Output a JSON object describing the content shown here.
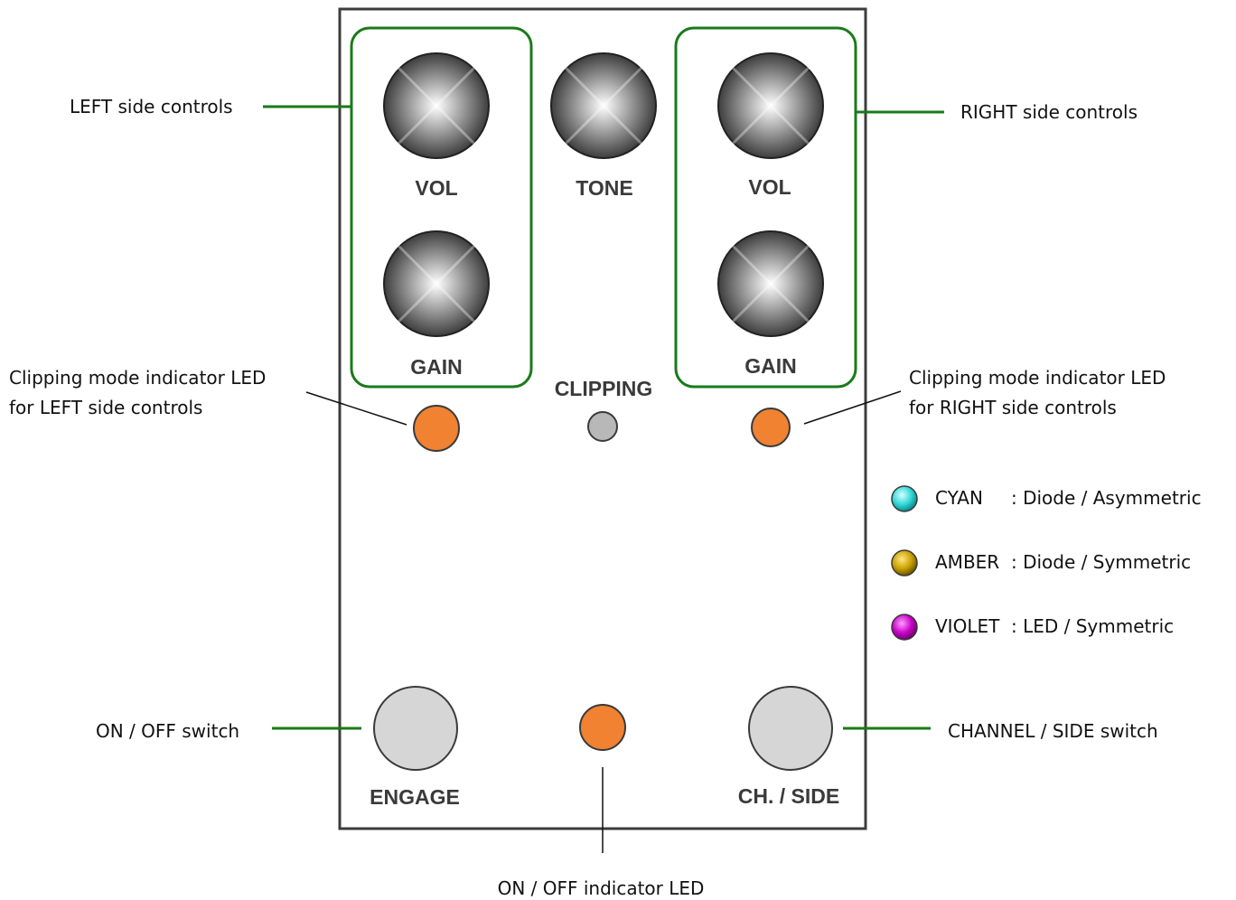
{
  "colors": {
    "bracket": "#1a7a1a",
    "led_on": "#f08232",
    "led_off": "#b8b8b8",
    "switch": "#d6d6d6",
    "panel_border": "#3c3c3c",
    "cyan": "#2ed6d6",
    "amber": "#c8a000",
    "violet": "#c800c8"
  },
  "pedal": {
    "left": {
      "vol_label": "VOL",
      "gain_label": "GAIN"
    },
    "center": {
      "tone_label": "TONE",
      "clipping_label": "CLIPPING"
    },
    "right": {
      "vol_label": "VOL",
      "gain_label": "GAIN"
    },
    "footswitches": {
      "engage_label": "ENGAGE",
      "side_label": "CH. / SIDE"
    }
  },
  "annotations": {
    "left_controls": "LEFT side controls",
    "right_controls": "RIGHT side controls",
    "left_led": [
      "Clipping mode indicator LED",
      "for LEFT side controls"
    ],
    "right_led": [
      "Clipping mode indicator LED",
      "for RIGHT side controls"
    ],
    "on_off_switch": "ON / OFF switch",
    "channel_switch": "CHANNEL / SIDE switch",
    "on_off_led": "ON / OFF indicator LED"
  },
  "legend": [
    {
      "name": "CYAN",
      "desc": ": Diode / Asymmetric",
      "color": "#2ed6d6"
    },
    {
      "name": "AMBER",
      "desc": ": Diode / Symmetric",
      "color": "#c8a000"
    },
    {
      "name": "VIOLET",
      "desc": ": LED / Symmetric",
      "color": "#c800c8"
    }
  ]
}
